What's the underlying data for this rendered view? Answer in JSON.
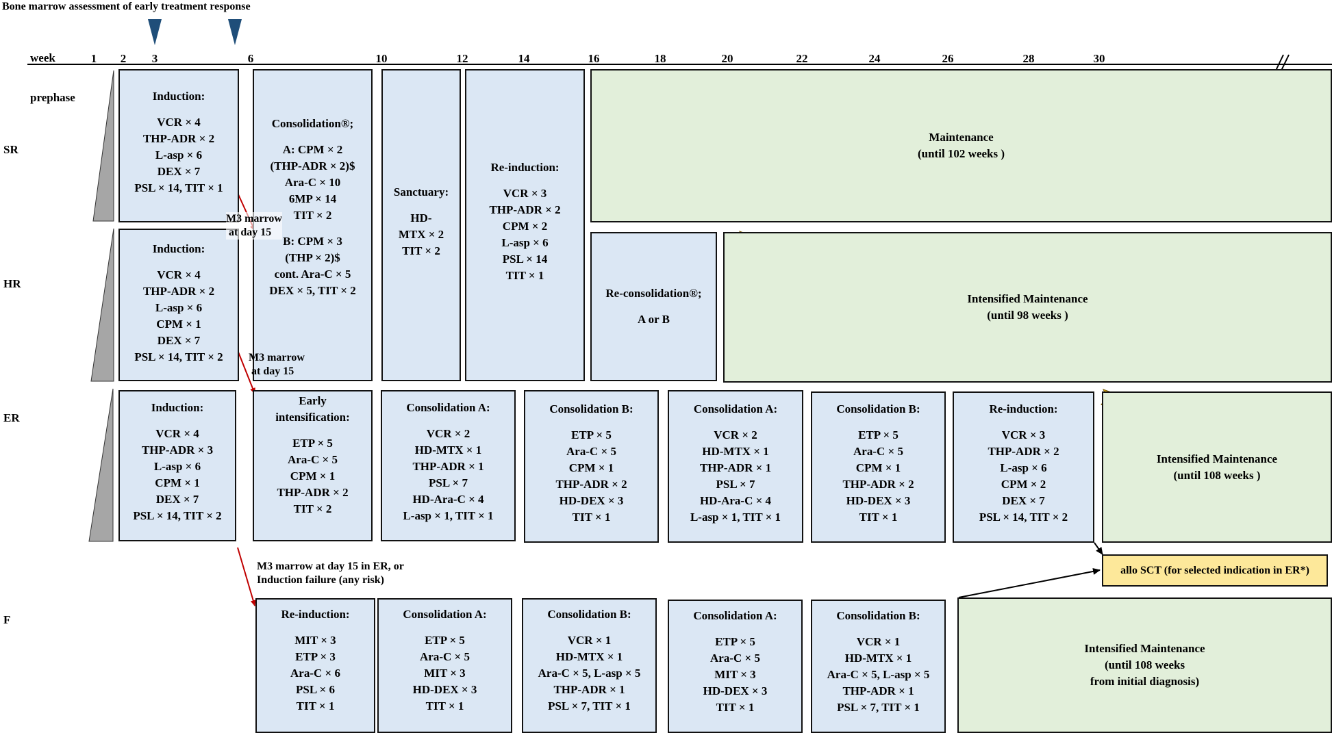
{
  "header": {
    "title": "Bone marrow assessment of early treatment response",
    "week_label": "week",
    "weeks": [
      "1",
      "2",
      "3",
      "6",
      "10",
      "12",
      "14",
      "16",
      "18",
      "20",
      "22",
      "24",
      "26",
      "28",
      "30"
    ]
  },
  "rows": {
    "prephase": "prephase",
    "sr": "SR",
    "hr": "HR",
    "er": "ER",
    "f": "F"
  },
  "sr": {
    "induction": {
      "title": "Induction:",
      "lines": [
        "VCR × 4",
        "THP-ADR × 2",
        "L-asp × 6",
        "DEX × 7",
        "PSL × 14, TIT × 1"
      ]
    },
    "maintenance": {
      "title": "Maintenance",
      "sub": "(until 102 weeks )"
    }
  },
  "shared": {
    "consolidation": {
      "title": "Consolidation®;",
      "lines_a": [
        "A: CPM × 2",
        "(THP-ADR × 2)$",
        "Ara-C × 10",
        "6MP × 14",
        "TIT × 2"
      ],
      "lines_b": [
        "B: CPM × 3",
        "(THP × 2)$",
        "cont. Ara-C × 5",
        "DEX × 5, TIT × 2"
      ]
    },
    "sanctuary": {
      "title": "Sanctuary:",
      "lines": [
        "HD-",
        "MTX × 2",
        "TIT × 2"
      ]
    },
    "reinduction": {
      "title": "Re-induction:",
      "lines": [
        "VCR × 3",
        "THP-ADR × 2",
        "CPM × 2",
        "L-asp × 6",
        "PSL × 14",
        "TIT × 1"
      ]
    }
  },
  "hr": {
    "induction": {
      "title": "Induction:",
      "lines": [
        "VCR × 4",
        "THP-ADR × 2",
        "L-asp × 6",
        "CPM × 1",
        "DEX × 7",
        "PSL × 14, TIT × 2"
      ]
    },
    "reconsolidation": {
      "title": "Re-consolidation®;",
      "sub": "A or B"
    },
    "maintenance": {
      "title": "Intensified Maintenance",
      "sub": "(until 98 weeks )"
    }
  },
  "er": {
    "induction": {
      "title": "Induction:",
      "lines": [
        "VCR × 4",
        "THP-ADR × 3",
        "L-asp × 6",
        "CPM × 1",
        "DEX × 7",
        "PSL × 14, TIT × 2"
      ]
    },
    "early": {
      "title1": "Early",
      "title2": "intensification:",
      "lines": [
        "ETP × 5",
        "Ara-C × 5",
        "CPM × 1",
        "THP-ADR × 2",
        "TIT × 2"
      ]
    },
    "consA1": {
      "title": "Consolidation A:",
      "lines": [
        "VCR × 2",
        "HD-MTX × 1",
        "THP-ADR × 1",
        "PSL × 7",
        "HD-Ara-C × 4",
        "L-asp × 1, TIT × 1"
      ]
    },
    "consB1": {
      "title": "Consolidation B:",
      "lines": [
        "ETP × 5",
        "Ara-C × 5",
        "CPM × 1",
        "THP-ADR × 2",
        "HD-DEX × 3",
        "TIT × 1"
      ]
    },
    "consA2": {
      "title": "Consolidation A:",
      "lines": [
        "VCR × 2",
        "HD-MTX × 1",
        "THP-ADR × 1",
        "PSL × 7",
        "HD-Ara-C × 4",
        "L-asp × 1, TIT × 1"
      ]
    },
    "consB2": {
      "title": "Consolidation B:",
      "lines": [
        "ETP × 5",
        "Ara-C × 5",
        "CPM × 1",
        "THP-ADR × 2",
        "HD-DEX × 3",
        "TIT × 1"
      ]
    },
    "reinduction": {
      "title": "Re-induction:",
      "lines": [
        "VCR × 3",
        "THP-ADR × 2",
        "L-asp × 6",
        "CPM × 2",
        "DEX × 7",
        "PSL × 14, TIT × 2"
      ]
    },
    "maintenance": {
      "title": "Intensified Maintenance",
      "sub": "(until 108 weeks )"
    }
  },
  "sct": "allo SCT (for selected indication in ER*)",
  "f": {
    "reinduction": {
      "title": "Re-induction:",
      "lines": [
        "MIT × 3",
        "ETP × 3",
        "Ara-C × 6",
        "PSL × 6",
        "TIT × 1"
      ]
    },
    "consA1": {
      "title": "Consolidation A:",
      "lines": [
        "ETP × 5",
        "Ara-C × 5",
        "MIT × 3",
        "HD-DEX × 3",
        "TIT × 1"
      ]
    },
    "consB1": {
      "title": "Consolidation B:",
      "lines": [
        "VCR × 1",
        "HD-MTX × 1",
        "Ara-C × 5, L-asp × 5",
        "THP-ADR × 1",
        "PSL × 7, TIT × 1"
      ]
    },
    "consA2": {
      "title": "Consolidation A:",
      "lines": [
        "ETP × 5",
        "Ara-C × 5",
        "MIT × 3",
        "HD-DEX × 3",
        "TIT × 1"
      ]
    },
    "consB2": {
      "title": "Consolidation B:",
      "lines": [
        "VCR × 1",
        "HD-MTX × 1",
        "Ara-C × 5, L-asp × 5",
        "THP-ADR × 1",
        "PSL × 7, TIT × 1"
      ]
    },
    "maintenance": {
      "title": "Intensified Maintenance",
      "sub1": "(until 108 weeks",
      "sub2": "from initial diagnosis)"
    }
  },
  "notes": {
    "m3_sr_1": "M3 marrow",
    "m3_sr_2": "at day 15",
    "m3_hr_1": "M3 marrow",
    "m3_hr_2": "at day 15",
    "m3_er_1": "M3 marrow at day 15 in ER, or",
    "m3_er_2": "Induction failure (any risk)"
  },
  "colors": {
    "box_blue": "#dbe7f4",
    "box_green": "#e2efda",
    "sct_yellow": "#fde89a",
    "marker": "#1f4e79",
    "arrow": "#c00000",
    "wedge": "#a6a6a6",
    "bolt": "#f6c31c"
  }
}
